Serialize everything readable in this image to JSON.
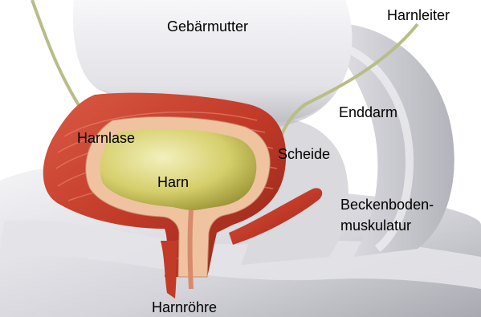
{
  "labels": {
    "uterus": "Gebärmutter",
    "ureter": "Harnleiter",
    "rectum": "Enddarm",
    "bladder": "Harnlase",
    "vagina": "Scheide",
    "urine": "Harn",
    "pelvic_floor_line1": "Beckenboden-",
    "pelvic_floor_line2": "muskulatur",
    "urethra": "Harnröhre"
  },
  "colors": {
    "muscle_red": "#c8402e",
    "muscle_dark": "#8f2418",
    "urine_yellow": "#c9c25a",
    "urine_light": "#f0ecb0",
    "tissue_grey": "#cfcfd4",
    "tissue_light": "#eeeef2",
    "bladder_wall": "#f1c9a8",
    "ureter_green": "#b9bd86"
  }
}
